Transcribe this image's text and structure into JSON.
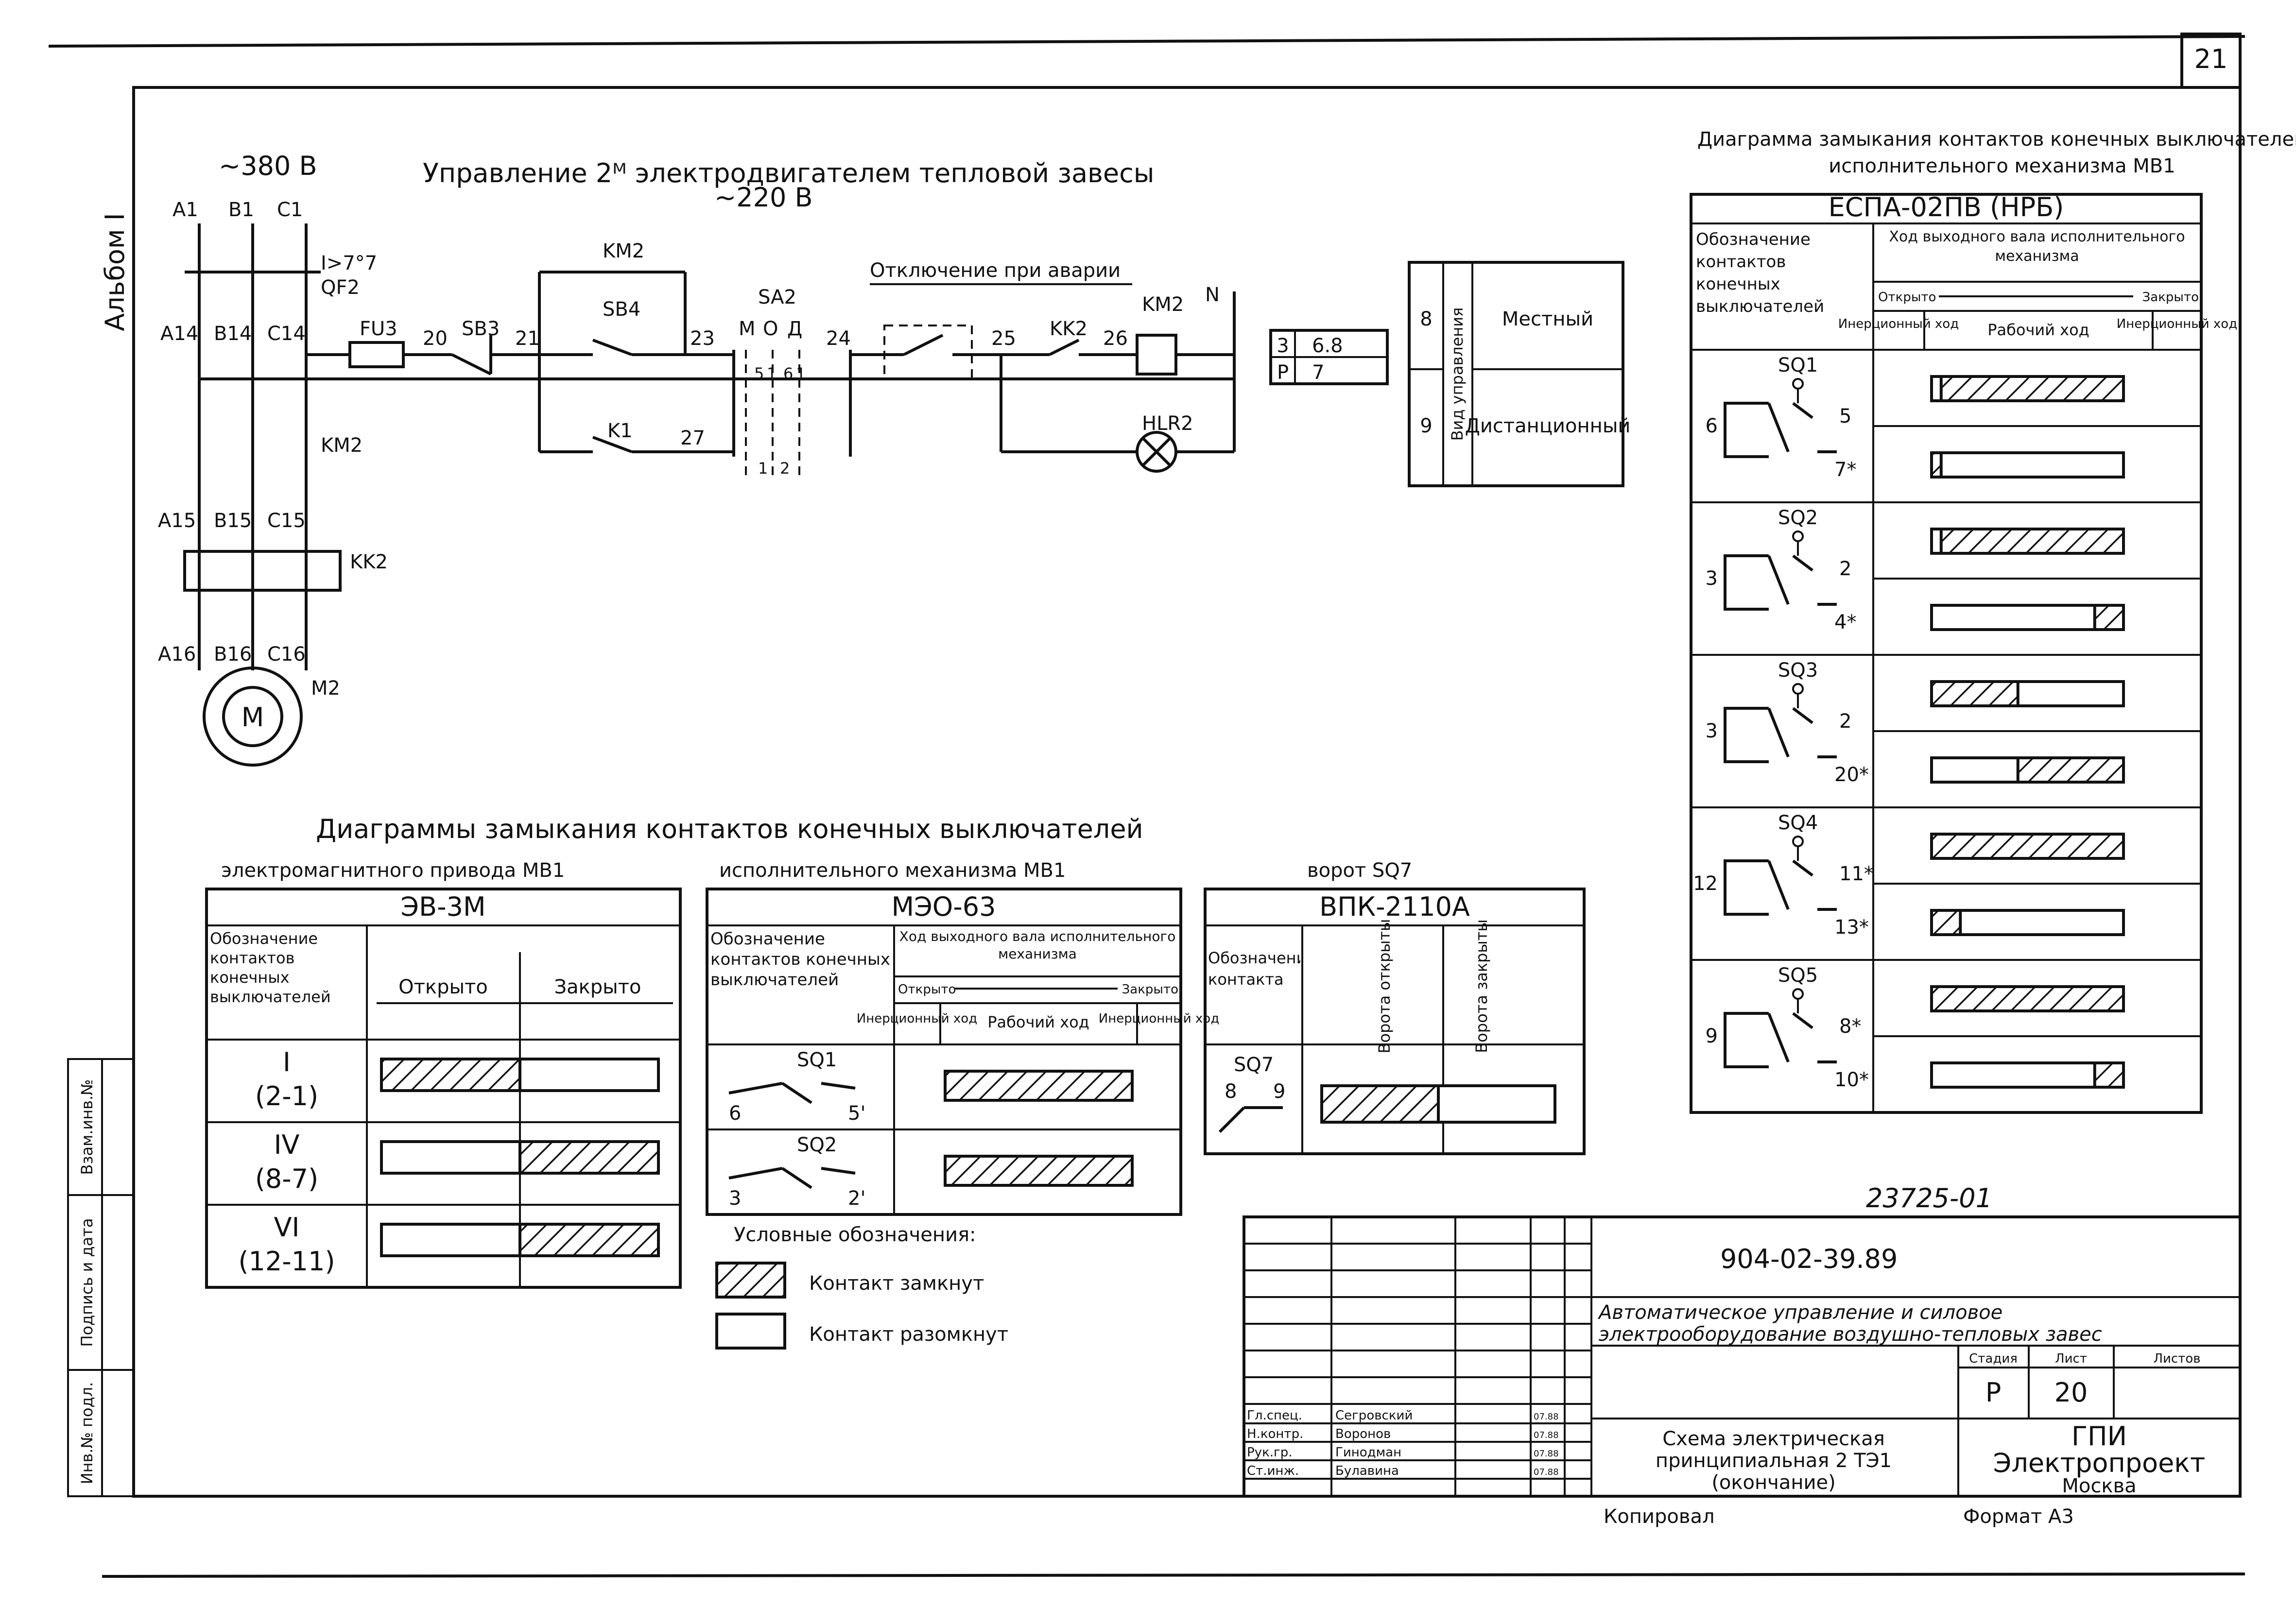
{
  "sheet": {
    "page_number": "21",
    "album": "Альбом I",
    "copy_number": "23725-01",
    "copied_by": "Копировал",
    "format": "Формат А3"
  },
  "side_stamp": {
    "fields": [
      "Взам.инв.№",
      "Подпись и дата",
      "Инв.№ подл."
    ]
  },
  "control": {
    "title": "Управление 2ᴹ электродвигателем тепловой завесы",
    "power_voltage": "~380 В",
    "control_voltage": "~220 В",
    "emergency_label": "Отключение при аварии",
    "circuit_labels": [
      "A1",
      "B1",
      "C1",
      "QF2",
      "I>7°7",
      "A14",
      "B14",
      "C14",
      "KM2",
      "A15",
      "B15",
      "C15",
      "KK2",
      "A16",
      "B16",
      "C16",
      "M2",
      "M",
      "FU3",
      "20",
      "SB3",
      "21",
      "KM2",
      "SB4",
      "23",
      "K1",
      "27",
      "SA2",
      "М",
      "О",
      "Д",
      "24",
      "5",
      "1",
      "6",
      "1",
      "1",
      "2",
      "25",
      "KK2",
      "26",
      "KM2",
      "N",
      "HLR2"
    ],
    "sa2_positions": [
      "М",
      "О",
      "Д"
    ],
    "mode_table": {
      "codes": [
        [
          "3",
          "6.8"
        ],
        [
          "Р",
          "7"
        ]
      ],
      "header": "Вид управления",
      "rows": [
        {
          "num": "8",
          "mode": "Местный"
        },
        {
          "num": "9",
          "mode": "Дистанционный"
        }
      ]
    }
  },
  "espa": {
    "title_line1": "Диаграмма замыкания контактов конечных выключателей",
    "title_line2": "исполнительного механизма МВ1",
    "device": "ЕСПА-02ПВ (НРБ)",
    "col_contacts": "Обозначение контактов конечных выключателей",
    "col_travel": "Ход выходного вала исполнительного механизма",
    "open": "Открыто",
    "closed": "Закрыто",
    "inertial": "Инерционный ход",
    "working": "Рабочий ход",
    "switches": [
      {
        "name": "SQ1",
        "common": "6",
        "nc": "5",
        "no": "7*"
      },
      {
        "name": "SQ2",
        "common": "3",
        "nc": "2",
        "no": "4*"
      },
      {
        "name": "SQ3",
        "common": "3",
        "nc": "2",
        "no": "20*"
      },
      {
        "name": "SQ4",
        "common": "12",
        "nc": "11*",
        "no": "13*"
      },
      {
        "name": "SQ5",
        "common": "9",
        "nc": "8*",
        "no": "10*"
      }
    ],
    "closure": [
      {
        "closed_from": 0.05,
        "closed_to": 1.0
      },
      {
        "closed_from": 0.0,
        "closed_to": 0.05
      },
      {
        "closed_from": 0.05,
        "closed_to": 1.0
      },
      {
        "closed_from": 0.85,
        "closed_to": 1.0
      },
      {
        "closed_from": 0.0,
        "closed_to": 0.45
      },
      {
        "closed_from": 0.45,
        "closed_to": 1.0
      },
      {
        "closed_from": 0.0,
        "closed_to": 1.0
      },
      {
        "closed_from": 0.0,
        "closed_to": 0.15
      },
      {
        "closed_from": 0.0,
        "closed_to": 1.0
      },
      {
        "closed_from": 0.85,
        "closed_to": 1.0
      }
    ]
  },
  "bottom_diagrams": {
    "title": "Диаграммы замыкания контактов конечных выключателей",
    "em_drive": {
      "title": "электромагнитного привода МВ1",
      "device": "ЭВ-3М",
      "col_contacts": "Обозначение контактов конечных выключателей",
      "open": "Открыто",
      "closed": "Закрыто",
      "rows": [
        {
          "roman": "I",
          "pair": "(2-1)",
          "closed_from": 0.0,
          "closed_to": 0.5
        },
        {
          "roman": "IV",
          "pair": "(8-7)",
          "closed_from": 0.5,
          "closed_to": 1.0
        },
        {
          "roman": "VI",
          "pair": "(12-11)",
          "closed_from": 0.5,
          "closed_to": 1.0
        }
      ]
    },
    "meo": {
      "title": "исполнительного механизма МВ1",
      "device": "МЭО-63",
      "col_contacts": "Обозначение контактов конечных выключателей",
      "col_travel": "Ход выходного вала исполнительного механизма",
      "open": "Открыто",
      "closed": "Закрыто",
      "inertial": "Инерционный ход",
      "working": "Рабочий ход",
      "rows": [
        {
          "name": "SQ1",
          "a": "6",
          "b": "5'",
          "closed_from": 0.0,
          "closed_to": 1.0
        },
        {
          "name": "SQ2",
          "a": "3",
          "b": "2'",
          "closed_from": 0.0,
          "closed_to": 1.0
        }
      ]
    },
    "gate": {
      "title": "ворот SQ7",
      "device": "ВПК-2110А",
      "col_contacts": "Обозначение контакта",
      "gate_open": "Ворота открыты",
      "gate_closed": "Ворота закрыты",
      "row": {
        "name": "SQ7",
        "a": "8",
        "b": "9",
        "closed_from": 0.0,
        "closed_to": 0.5
      }
    },
    "legend_title": "Условные обозначения:",
    "legend_closed": "Контакт замкнут",
    "legend_open": "Контакт разомкнут"
  },
  "title_block": {
    "doc_code": "904-02-39.89",
    "project_title_line1": "Автоматическое управление и силовое",
    "project_title_line2": "электрооборудование воздушно-тепловых завес",
    "drawing_title_line1": "Схема электрическая",
    "drawing_title_line2": "принципиальная 2 ТЭ1",
    "drawing_title_line3": "(окончание)",
    "stage_label": "Стадия",
    "sheet_label": "Лист",
    "sheets_label": "Листов",
    "stage": "Р",
    "sheet": "20",
    "org_line1": "ГПИ",
    "org_line2": "Электропроект",
    "org_line3": "Москва",
    "signatures": [
      {
        "role": "Гл.спец.",
        "name": "Сегровский",
        "date": "07.88"
      },
      {
        "role": "Н.контр.",
        "name": "Воронов",
        "date": "07.88"
      },
      {
        "role": "Рук.гр.",
        "name": "Гинодман",
        "date": "07.88"
      },
      {
        "role": "Ст.инж.",
        "name": "Булавина",
        "date": "07.88"
      }
    ]
  },
  "colors": {
    "ink": "#111111",
    "paper": "#ffffff"
  }
}
